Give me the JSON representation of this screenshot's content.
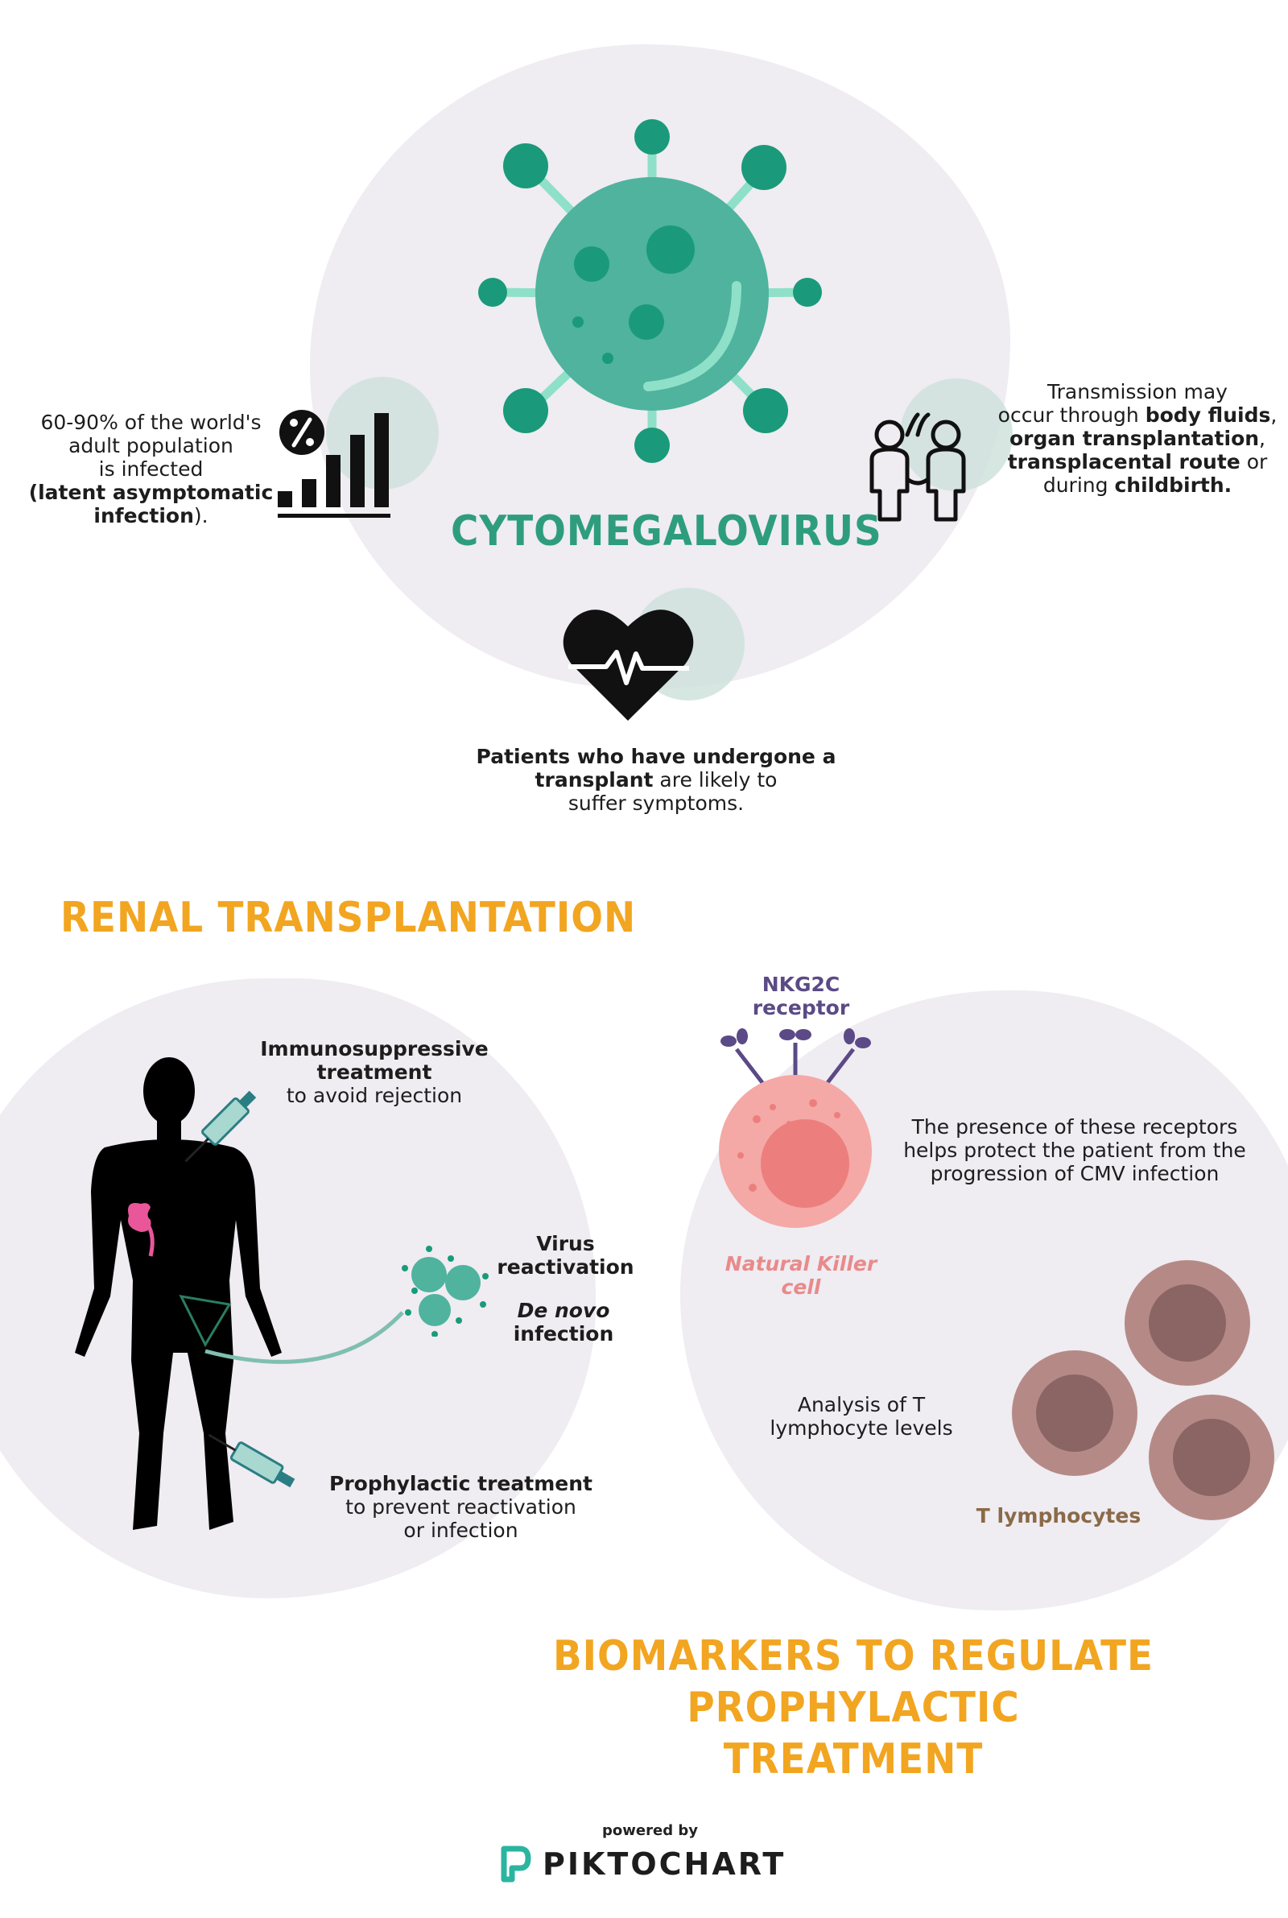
{
  "top": {
    "title": "CYTOMEGALOVIRUS",
    "infected_line1": "60-90% of the world's",
    "infected_line2": "adult population",
    "infected_line3": "is infected",
    "infected_line4_bold": "(latent asymptomatic",
    "infected_line5_bold": "infection",
    "infected_line5_tail": ").",
    "transmission_line1": "Transmission may",
    "transmission_line2_pre": "occur through ",
    "transmission_line2_bold": "body fluids",
    "transmission_line2_post": ",",
    "transmission_line3_bold": "organ transplantation",
    "transmission_line3_post": ",",
    "transmission_line4_bold": "transplacental route",
    "transmission_line4_post": " or",
    "transmission_line5_pre": "during ",
    "transmission_line5_bold": "childbirth.",
    "patients_line1_bold": "Patients who have undergone a",
    "patients_line2_bold": "transplant",
    "patients_line2_post": " are likely to",
    "patients_line3": "suffer symptoms."
  },
  "renal": {
    "title": "RENAL TRANSPLANTATION",
    "immuno_bold": "Immunosuppressive treatment",
    "immuno_rest": "to avoid rejection",
    "virus_line1": "Virus",
    "virus_line2": "reactivation",
    "denovo_line1": "De novo",
    "denovo_line2": "infection",
    "prophylactic_bold": "Prophylactic treatment",
    "prophylactic_line2": "to prevent reactivation",
    "prophylactic_line3": "or infection"
  },
  "biomarkers": {
    "nkg2c_label": "NKG2C receptor",
    "receptor_text_line1": "The presence of these receptors",
    "receptor_text_line2": "helps protect the patient from the",
    "receptor_text_line3": "progression of CMV infection",
    "nk_label": "Natural Killer cell",
    "analysis_line1": "Analysis of T",
    "analysis_line2": "lymphocyte levels",
    "tlymph_label": "T lymphocytes",
    "title_line1": "BIOMARKERS TO REGULATE PROPHYLACTIC",
    "title_line2": "TREATMENT"
  },
  "footer": {
    "powered_by": "powered by",
    "brand": "PIKTOCHART"
  },
  "colors": {
    "virus_teal": "#4fb39e",
    "virus_dark": "#1f9c7d",
    "accent_orange": "#f2a520",
    "nk_pink": "#f4a9a6",
    "nk_label": "#e98a8a",
    "receptor_purple": "#5b4a86",
    "tlymph_outer": "#b58a86",
    "tlymph_inner": "#8a6564"
  },
  "icons": [
    "percent-chart-icon",
    "family-icon",
    "heart-pulse-icon",
    "virus-icon",
    "kidney-icon",
    "syringe-icon",
    "virus-cluster-icon",
    "piktochart-logo-icon"
  ]
}
